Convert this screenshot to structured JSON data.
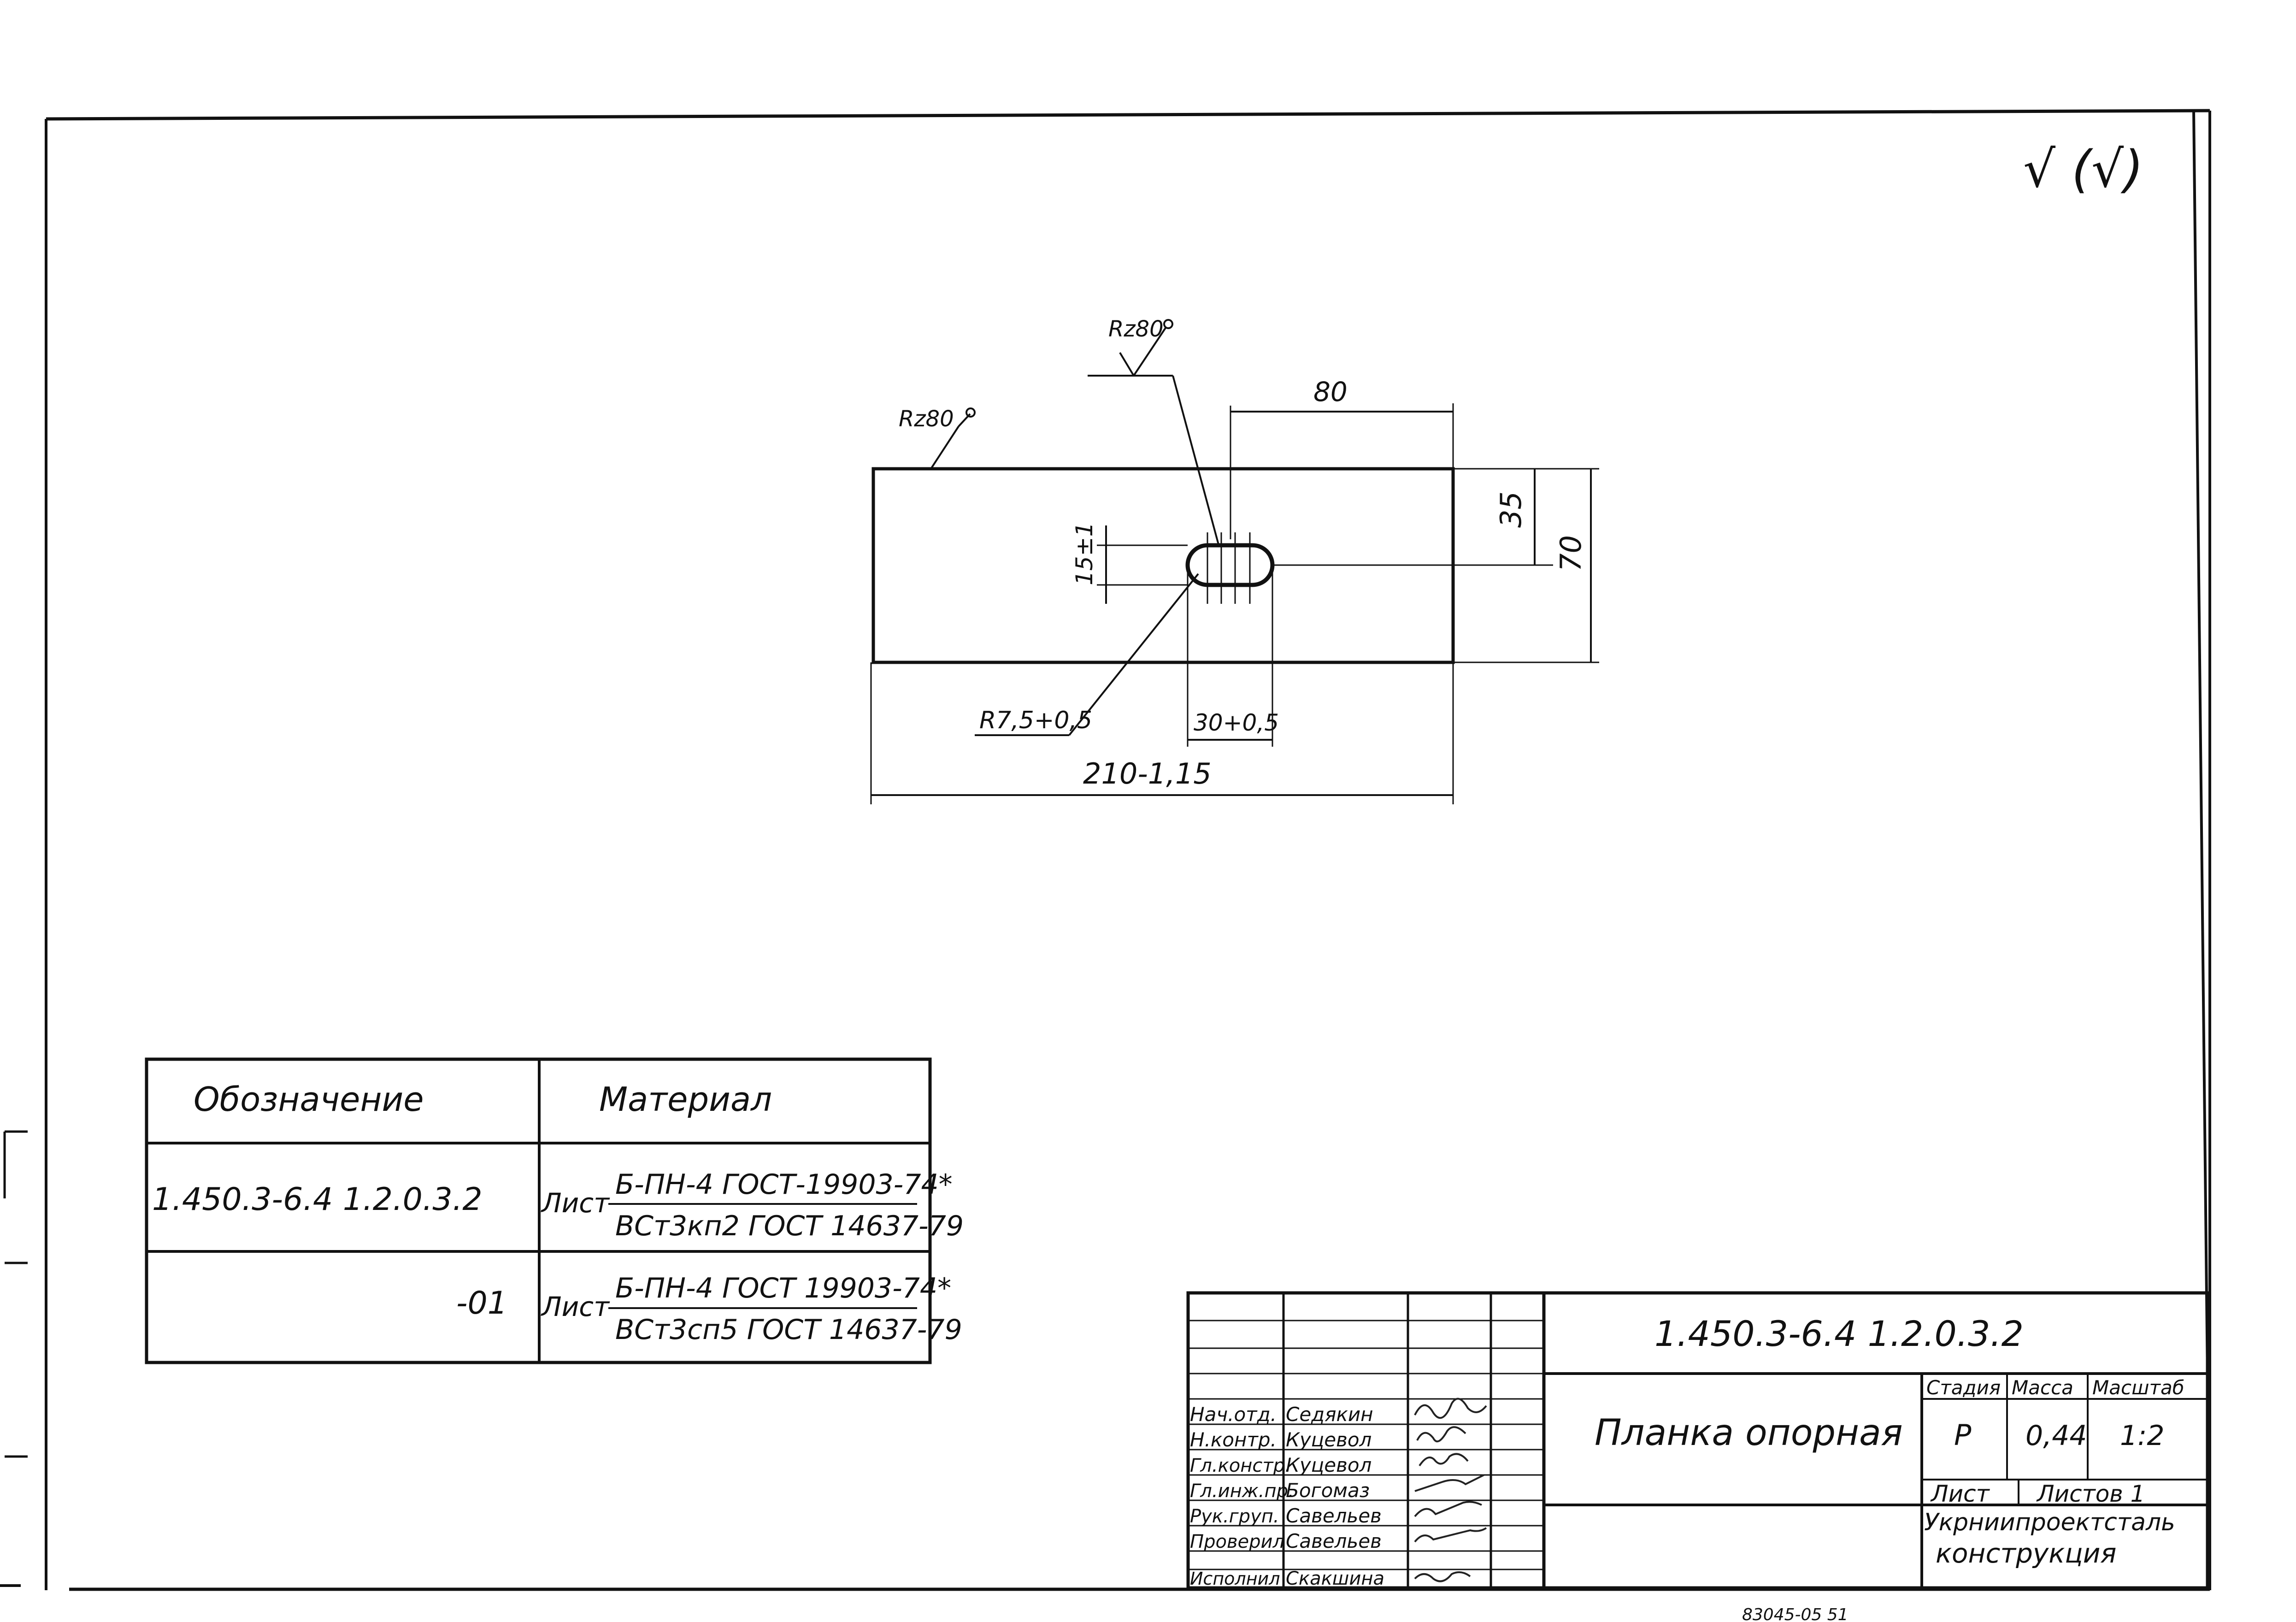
{
  "roughness_symbol": "√ (√)",
  "drawing": {
    "roughness_1": "Rz80",
    "roughness_2": "Rz80",
    "dim_slot_center": "80",
    "dim_half_height": "35",
    "dim_height": "70",
    "dim_slot_width": "15±1",
    "dim_radius": "R7,5+0,5",
    "dim_slot_length": "30+0,5",
    "dim_length": "210-1,15"
  },
  "spec_table": {
    "headers": [
      "Обозначение",
      "Материал"
    ],
    "rows": [
      {
        "designation": "1.450.3-6.4 1.2.0.3.2",
        "material_prefix": "Лист",
        "material_top": "Б-ПН-4 ГОСТ-19903-74*",
        "material_bottom": "ВСт3кп2 ГОСТ 14637-79"
      },
      {
        "designation": "-01",
        "material_prefix": "Лист",
        "material_top": "Б-ПН-4 ГОСТ 19903-74*",
        "material_bottom": "ВСт3сп5 ГОСТ 14637-79"
      }
    ]
  },
  "title_block": {
    "document_code": "1.450.3-6.4 1.2.0.3.2",
    "part_name": "Планка опорная",
    "headers": {
      "stage": "Стадия",
      "mass": "Масса",
      "scale": "Масштаб"
    },
    "values": {
      "stage": "Р",
      "mass": "0,44",
      "scale": "1:2"
    },
    "sheet_label": "Лист",
    "sheets_label": "Листов 1",
    "organization_line1": "Укрниипроектсталь",
    "organization_line2": "конструкция",
    "staff": [
      {
        "role": "Нач.отд.",
        "name": "Седякин"
      },
      {
        "role": "Н.контр.",
        "name": "Куцевол"
      },
      {
        "role": "Гл.констр.",
        "name": "Куцевол"
      },
      {
        "role": "Гл.инж.пр.",
        "name": "Богомаз"
      },
      {
        "role": "Рук.груп.",
        "name": "Савельев"
      },
      {
        "role": "Проверил",
        "name": "Савельев"
      },
      {
        "role": "Исполнил",
        "name": "Скакшина"
      }
    ]
  },
  "footer_fragment": "83045-05 51"
}
